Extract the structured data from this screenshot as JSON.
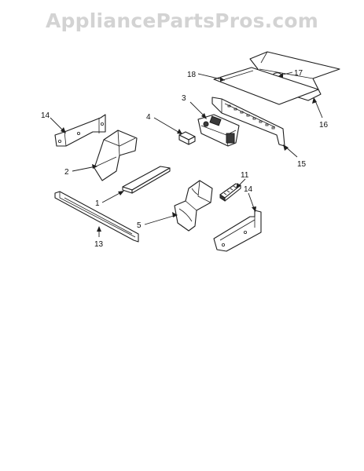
{
  "watermark": "AppliancePartsPros.com",
  "callouts": {
    "c1": "1",
    "c2": "2",
    "c3": "3",
    "c4": "4",
    "c5": "5",
    "c11": "11",
    "c13": "13",
    "c14a": "14",
    "c14b": "14",
    "c15": "15",
    "c16": "16",
    "c17": "17",
    "c18": "18"
  }
}
